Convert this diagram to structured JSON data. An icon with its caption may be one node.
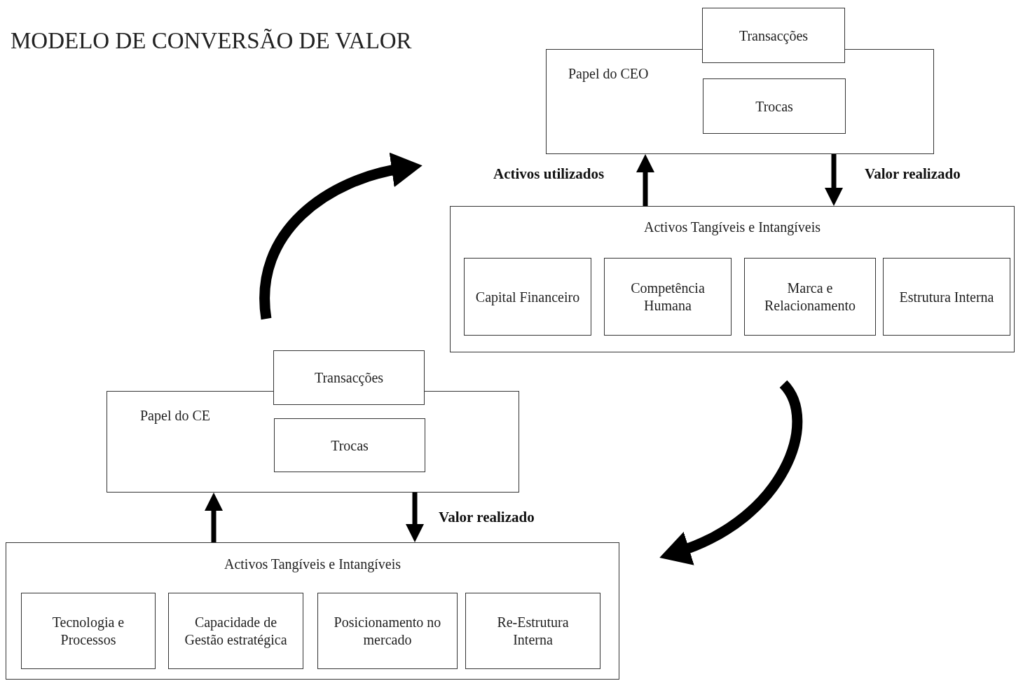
{
  "diagram": {
    "title": "MODELO DE CONVERSÃO DE VALOR",
    "nodes": [
      {
        "text": [
          "Papel do CEO"
        ]
      },
      {
        "text": [
          "Transacções"
        ]
      },
      {
        "text": [
          "Trocas"
        ],
        "in": 0
      },
      {
        "text": [
          "Activos Tangíveis e Intangíveis"
        ]
      },
      {
        "text": [
          "Capital Financeiro"
        ],
        "in": 3
      },
      {
        "text": [
          "Competência Humana"
        ],
        "in": 3
      },
      {
        "text": [
          "Marca e Relacionamento"
        ],
        "in": 3
      },
      {
        "text": [
          "Estrutura Interna"
        ],
        "in": 3
      },
      {
        "text": [
          "Papel do CE"
        ]
      },
      {
        "text": [
          "Transacções"
        ]
      },
      {
        "text": [
          "Trocas"
        ],
        "in": 8
      },
      {
        "text": [
          "Activos Tangíveis e Intangíveis"
        ]
      },
      {
        "text": [
          "Tecnologia e Processos"
        ],
        "in": 11
      },
      {
        "text": [
          "Capacidade de Gestão estratégica"
        ],
        "in": 11
      },
      {
        "text": [
          "Posicionamento no mercado"
        ],
        "in": 11
      },
      {
        "text": [
          "Re-Estrutura Interna"
        ],
        "in": 11
      }
    ],
    "edges": [
      {
        "from": 3,
        "to": 0,
        "arrow": "to",
        "label": "Activos utilizados"
      },
      {
        "from": 0,
        "to": 3,
        "arrow": "to",
        "label": "Valor realizado"
      },
      {
        "from": 11,
        "to": 8,
        "arrow": "to"
      },
      {
        "from": 8,
        "to": 11,
        "arrow": "to",
        "label": "Valor realizado"
      }
    ]
  }
}
